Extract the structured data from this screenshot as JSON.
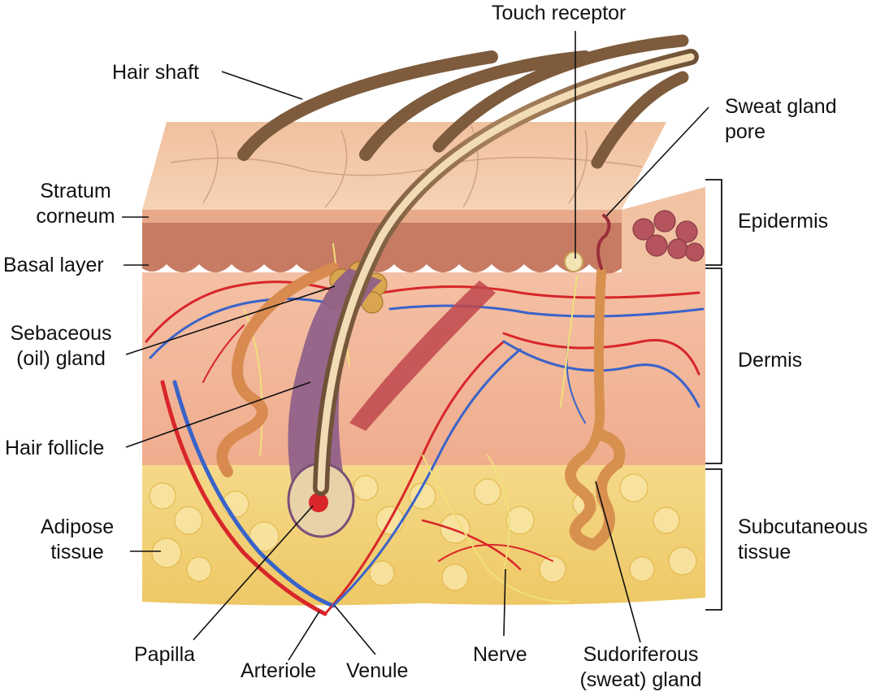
{
  "colors": {
    "epidermis": "#d98f74",
    "dermis": "#f3b89c",
    "subcutaneous": "#f2d37a",
    "artery": "#d8262a",
    "vein": "#3a63c9",
    "nerve": "#f0e07a",
    "hair": "#8a6a4a",
    "gland": "#e09a5a",
    "leader": "#111111"
  },
  "labels": {
    "hair_shaft": "Hair shaft",
    "touch_receptor": "Touch receptor",
    "sweat_gland_pore_1": "Sweat gland",
    "sweat_gland_pore_2": "pore",
    "stratum_corneum_1": "Stratum",
    "stratum_corneum_2": "corneum",
    "epidermis": "Epidermis",
    "basal_layer": "Basal layer",
    "sebaceous_1": "Sebaceous",
    "sebaceous_2": "(oil) gland",
    "dermis": "Dermis",
    "hair_follicle": "Hair follicle",
    "adipose_1": "Adipose",
    "adipose_2": "tissue",
    "subcutaneous_1": "Subcutaneous",
    "subcutaneous_2": "tissue",
    "papilla": "Papilla",
    "arteriole": "Arteriole",
    "venule": "Venule",
    "nerve": "Nerve",
    "sudoriferous_1": "Sudoriferous",
    "sudoriferous_2": "(sweat) gland"
  }
}
